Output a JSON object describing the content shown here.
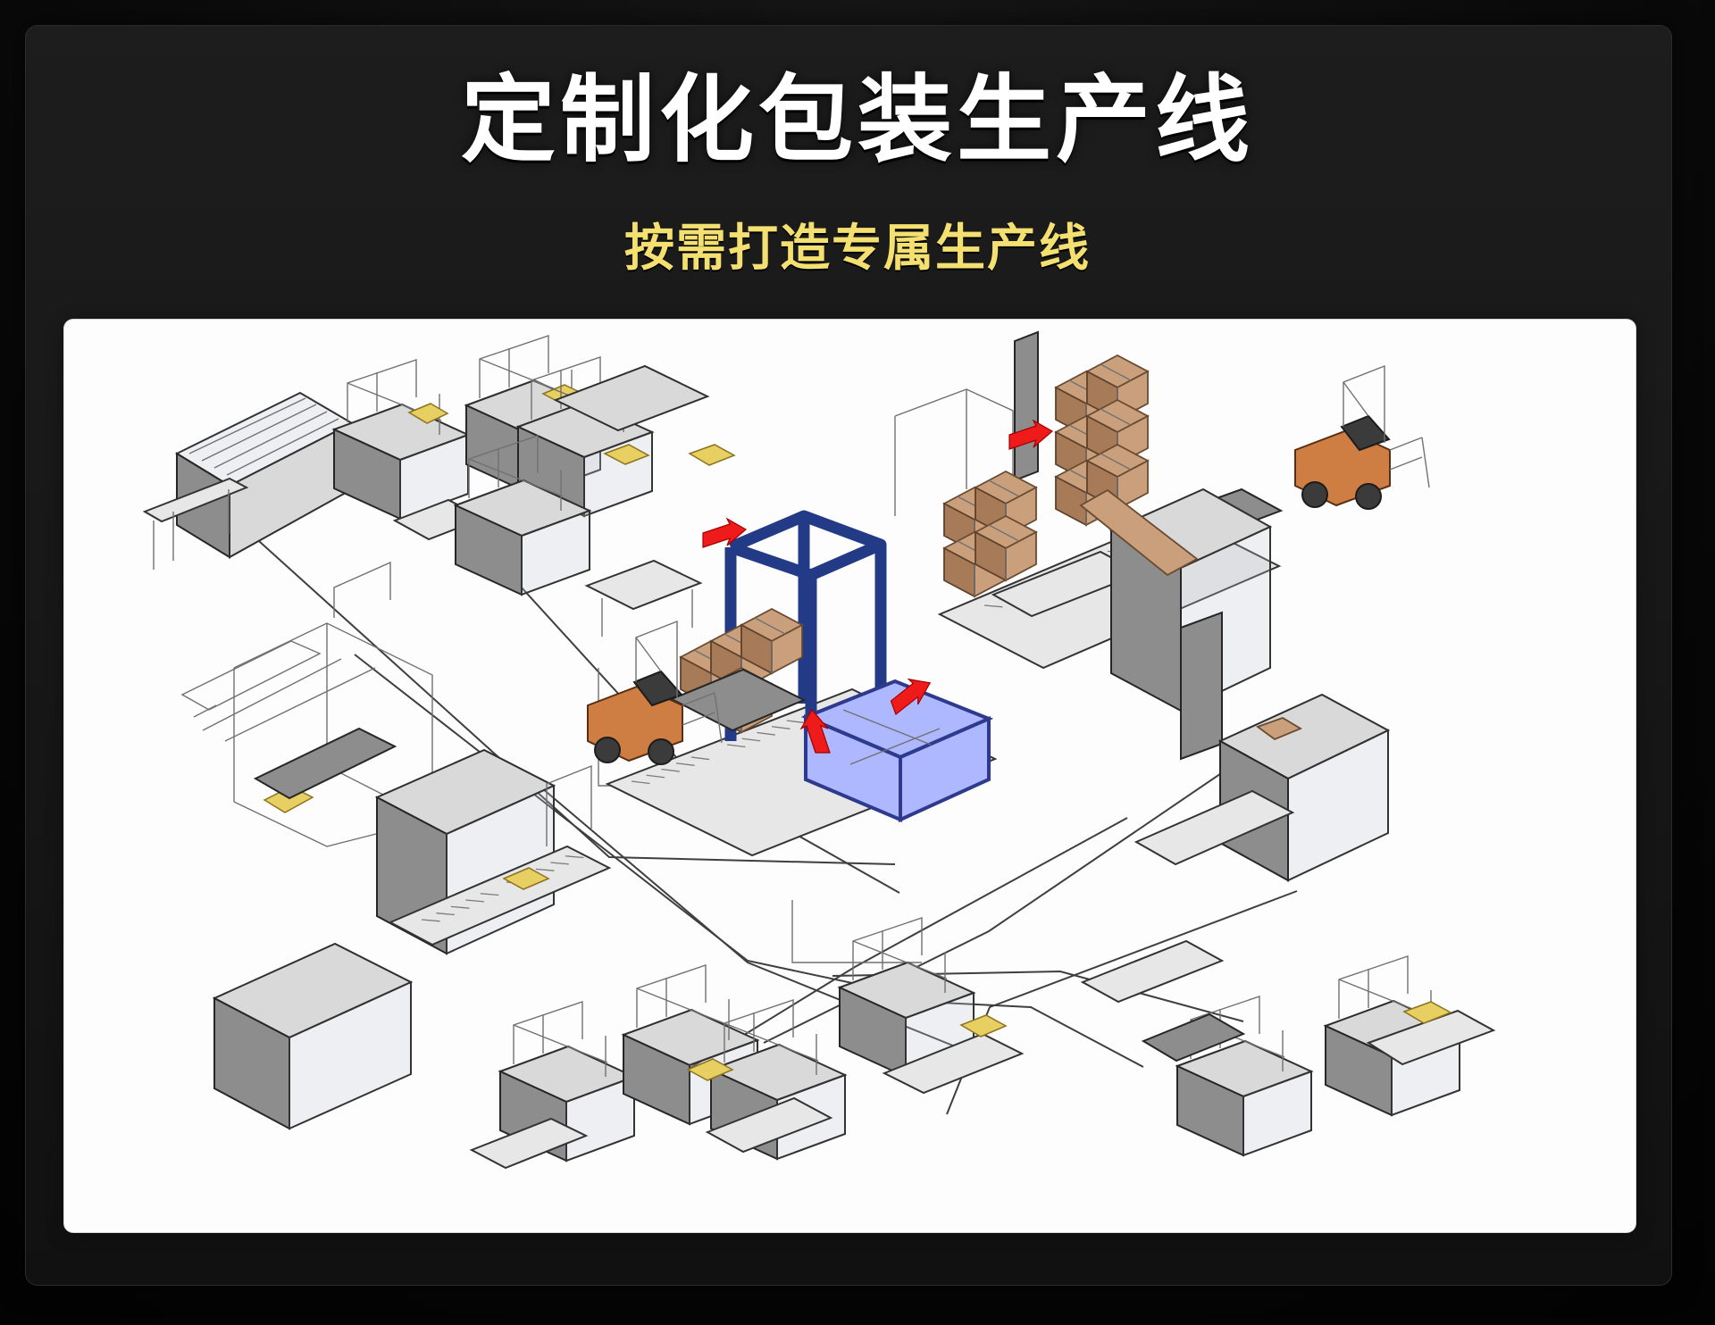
{
  "header": {
    "title": "定制化包装生产线",
    "subtitle": "按需打造专属生产线"
  },
  "colors": {
    "background": "#050505",
    "frame": "#171717",
    "title": "#ffffff",
    "subtitle": "#f4df71",
    "diagram_background": "#fdfdfd",
    "arrow": "#ef1b1b",
    "palletizer_frame": "#233a86",
    "cartons": "#c9a07b"
  },
  "illustration": {
    "icons": [
      "packaging-line-schematic",
      "palletizer-frame",
      "forklift-icon",
      "red-arrow-icon",
      "carton-stack"
    ]
  }
}
